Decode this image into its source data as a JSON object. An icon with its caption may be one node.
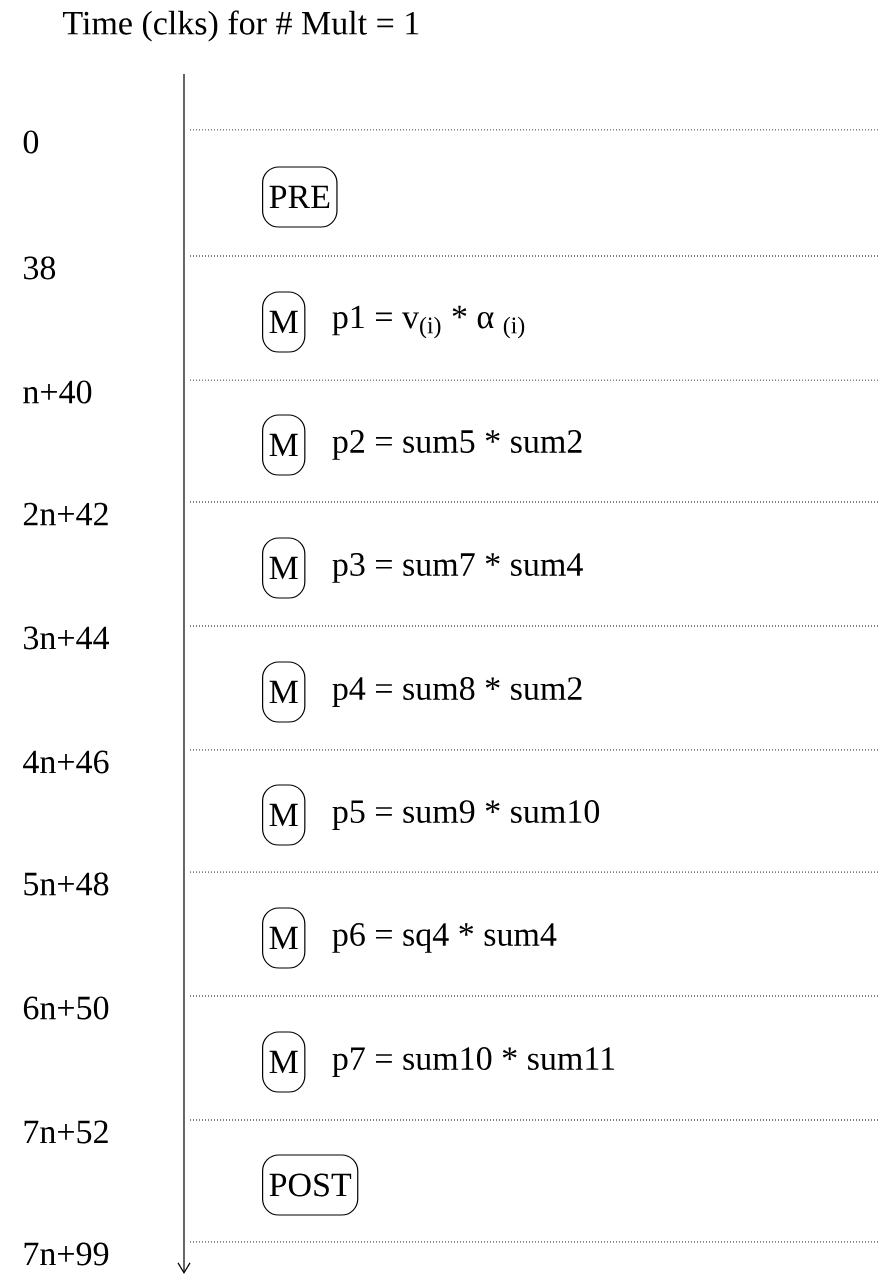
{
  "diagram": {
    "title": "Time (clks) for # Mult = 1",
    "nodes": [
      {
        "text": [
          "PRE"
        ]
      },
      {
        "text": [
          "M"
        ],
        "beside": [
          "p1 = v$_{(i)}$ * α $_{(i)}$"
        ]
      },
      {
        "text": [
          "M"
        ],
        "beside": [
          "p2 = sum5 * sum2"
        ]
      },
      {
        "text": [
          "M"
        ],
        "beside": [
          "p3 = sum7 * sum4"
        ]
      },
      {
        "text": [
          "M"
        ],
        "beside": [
          "p4 = sum8 * sum2"
        ]
      },
      {
        "text": [
          "M"
        ],
        "beside": [
          "p5 = sum9 * sum10"
        ]
      },
      {
        "text": [
          "M"
        ],
        "beside": [
          "p6 = sq4 * sum4"
        ]
      },
      {
        "text": [
          "M"
        ],
        "beside": [
          "p7 = sum10 * sum11"
        ]
      },
      {
        "text": [
          "POST"
        ]
      }
    ],
    "edges": [],
    "labels": [
      "0",
      "38",
      "n+40",
      "2n+42",
      "3n+44",
      "4n+46",
      "5n+48",
      "6n+50",
      "7n+52",
      "7n+99"
    ]
  }
}
